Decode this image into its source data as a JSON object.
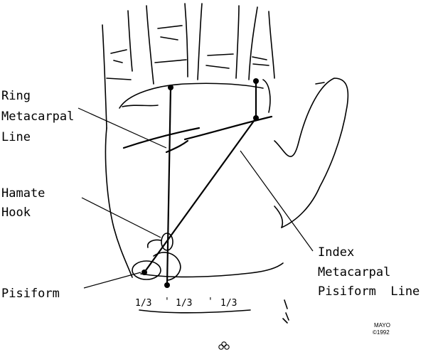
{
  "labels": {
    "ring_metacarpal": [
      "Ring",
      "Metacarpal",
      "Line"
    ],
    "hamate_hook": [
      "Hamate",
      "Hook"
    ],
    "index_metacarpal_pisiform": [
      "Index",
      "Metacarpal",
      "Pisiform  Line"
    ],
    "pisiform": "Pisiform"
  },
  "thirds": [
    "1/3",
    "1/3",
    "1/3"
  ],
  "copyright": {
    "org": "MAYO",
    "year": "©1992"
  }
}
